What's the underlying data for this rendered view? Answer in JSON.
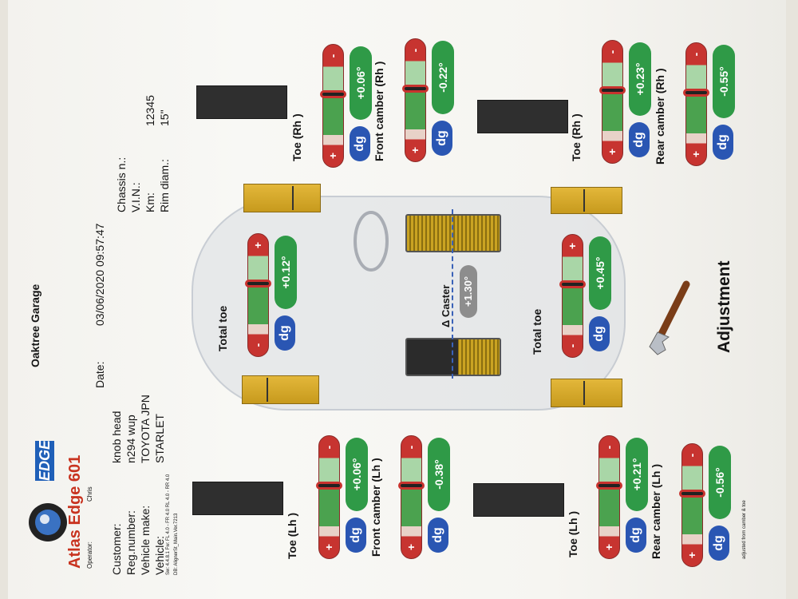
{
  "header": {
    "brand": "Atlas Edge 601",
    "edge_logo": "EDGE",
    "operator_label": "Operator:",
    "operator": "Chris",
    "garage": "Oaktree Garage"
  },
  "info": {
    "customer_label": "Customer:",
    "customer": "knob head",
    "reg_label": "Reg.number:",
    "reg": "n294 wup",
    "make_label": "Vehicle make:",
    "make": "TOYOTA JPN",
    "vehicle_label": "Vehicle:",
    "vehicle": "STARLET",
    "date_label": "Date:",
    "date": "03/06/2020 09:57:47",
    "chassis_label": "Chassis n.:",
    "chassis": "",
    "vin_label": "V.I.N.:",
    "vin": "",
    "km_label": "Km:",
    "km": "12345",
    "rim_label": "Rim diam.:",
    "rim": "15\"",
    "sw_line": "Sw: 4.4.8.1    Fw: FL 4.0 - FR 4.0 RL 4.0 - RR 4.0",
    "db_line": "DB: AlignerSt_Main.Ver.7213"
  },
  "gauges": {
    "toe_rh": {
      "label": "Toe (Rh )",
      "value": "+0.06°",
      "unit": "dg"
    },
    "front_camber_rh": {
      "label": "Front camber (Rh )",
      "value": "-0.22°",
      "unit": "dg"
    },
    "toe_rh_rear": {
      "label": "Toe (Rh )",
      "value": "+0.23°",
      "unit": "dg"
    },
    "rear_camber_rh": {
      "label": "Rear camber (Rh )",
      "value": "-0.55°",
      "unit": "dg"
    },
    "total_toe_front": {
      "label": "Total toe",
      "value": "+0.12°",
      "unit": "dg"
    },
    "total_toe_rear": {
      "label": "Total toe",
      "value": "+0.45°",
      "unit": "dg"
    },
    "toe_lh": {
      "label": "Toe (Lh )",
      "value": "+0.06°",
      "unit": "dg"
    },
    "front_camber_lh": {
      "label": "Front camber (Lh )",
      "value": "-0.38°",
      "unit": "dg"
    },
    "toe_lh_rear": {
      "label": "Toe (Lh )",
      "value": "+0.21°",
      "unit": "dg"
    },
    "rear_camber_lh": {
      "label": "Rear camber (Lh )",
      "value": "-0.56°",
      "unit": "dg"
    }
  },
  "caster": {
    "label": "Δ Caster",
    "value": "+1.30°"
  },
  "adjustment_label": "Adjustment",
  "footnote": "adjusted from camber & toe",
  "colors": {
    "brand": "#c8331f",
    "ok": "#2f9a47",
    "unit_badge": "#2a56b3",
    "bar_red": "#c73430"
  }
}
